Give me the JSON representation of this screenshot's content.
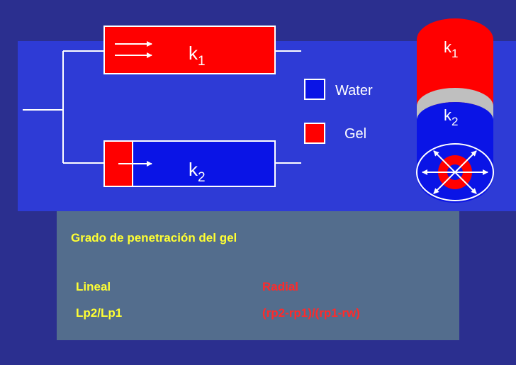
{
  "diagram": {
    "top_rect_label": {
      "base": "k",
      "sub": "1"
    },
    "bottom_rect_label": {
      "base": "k",
      "sub": "2"
    },
    "cylinder_top_label": {
      "base": "k",
      "sub": "1"
    },
    "cylinder_bottom_label": {
      "base": "k",
      "sub": "2"
    },
    "colors": {
      "background": "#2b2f8f",
      "panel": "#2e3bd6",
      "red": "#ff0000",
      "blue": "#0a14e6",
      "gray": "#bfbfbf",
      "info_box": "#536d8d"
    }
  },
  "legend": {
    "water_label": "Water",
    "gel_label": "Gel"
  },
  "info": {
    "title": "Grado de penetración del gel",
    "lineal_label": "Lineal",
    "lineal_formula": "Lp2/Lp1",
    "radial_label": "Radial",
    "radial_formula": "(rp2-rp1)/(rp1-rw)"
  }
}
